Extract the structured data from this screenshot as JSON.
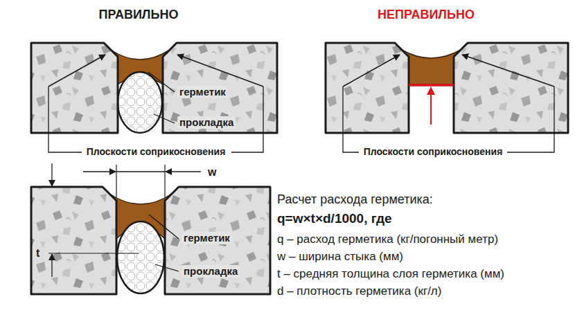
{
  "diagram": {
    "labels": [
      "ПРАВИЛЬНО",
      "НЕПРАВИЛЬНО",
      "герметик",
      "прокладка",
      "Плоскости соприкосновения",
      "Плоскости соприкосновения",
      "w",
      "t",
      "герметик",
      "прокладка",
      "Расчет расхода герметика:",
      "q=w×t×d/1000, где",
      "q – расход герметика (кг/погонный метр)",
      "w – ширина стыка (мм)",
      "t – средняя толщина слоя герметика (мм)",
      "d – плотность герметика (кг/л)"
    ]
  }
}
